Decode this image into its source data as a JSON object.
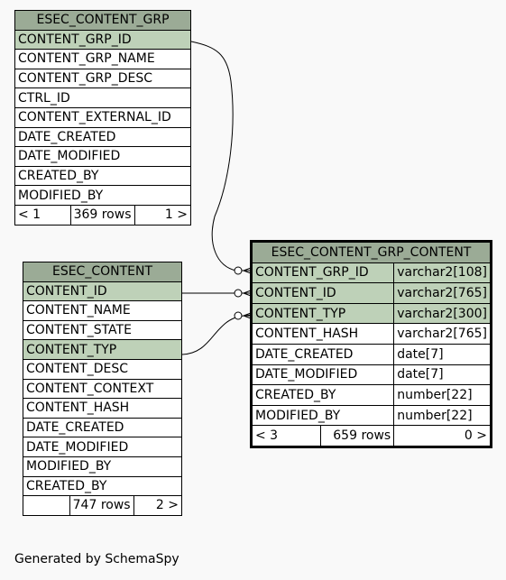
{
  "tables": {
    "esec_content_grp": {
      "name": "ESEC_CONTENT_GRP",
      "columns": [
        {
          "name": "CONTENT_GRP_ID",
          "key": true
        },
        {
          "name": "CONTENT_GRP_NAME",
          "key": false
        },
        {
          "name": "CONTENT_GRP_DESC",
          "key": false
        },
        {
          "name": "CTRL_ID",
          "key": false
        },
        {
          "name": "CONTENT_EXTERNAL_ID",
          "key": false
        },
        {
          "name": "DATE_CREATED",
          "key": false
        },
        {
          "name": "DATE_MODIFIED",
          "key": false
        },
        {
          "name": "CREATED_BY",
          "key": false
        },
        {
          "name": "MODIFIED_BY",
          "key": false
        }
      ],
      "footer": {
        "parents": "< 1",
        "rows": "369 rows",
        "children": "1 >"
      }
    },
    "esec_content": {
      "name": "ESEC_CONTENT",
      "columns": [
        {
          "name": "CONTENT_ID",
          "key": true
        },
        {
          "name": "CONTENT_NAME",
          "key": false
        },
        {
          "name": "CONTENT_STATE",
          "key": false
        },
        {
          "name": "CONTENT_TYP",
          "key": true
        },
        {
          "name": "CONTENT_DESC",
          "key": false
        },
        {
          "name": "CONTENT_CONTEXT",
          "key": false
        },
        {
          "name": "CONTENT_HASH",
          "key": false
        },
        {
          "name": "DATE_CREATED",
          "key": false
        },
        {
          "name": "DATE_MODIFIED",
          "key": false
        },
        {
          "name": "MODIFIED_BY",
          "key": false
        },
        {
          "name": "CREATED_BY",
          "key": false
        }
      ],
      "footer": {
        "parents": "",
        "rows": "747 rows",
        "children": "2 >"
      }
    },
    "esec_content_grp_content": {
      "name": "ESEC_CONTENT_GRP_CONTENT",
      "columns": [
        {
          "name": "CONTENT_GRP_ID",
          "type": "varchar2[108]",
          "key": true
        },
        {
          "name": "CONTENT_ID",
          "type": "varchar2[765]",
          "key": true
        },
        {
          "name": "CONTENT_TYP",
          "type": "varchar2[300]",
          "key": true
        },
        {
          "name": "CONTENT_HASH",
          "type": "varchar2[765]",
          "key": false
        },
        {
          "name": "DATE_CREATED",
          "type": "date[7]",
          "key": false
        },
        {
          "name": "DATE_MODIFIED",
          "type": "date[7]",
          "key": false
        },
        {
          "name": "CREATED_BY",
          "type": "number[22]",
          "key": false
        },
        {
          "name": "MODIFIED_BY",
          "type": "number[22]",
          "key": false
        }
      ],
      "footer": {
        "parents": "< 3",
        "rows": "659 rows",
        "children": "0 >"
      }
    }
  },
  "relationships": [
    {
      "from_table": "esec_content_grp",
      "from_column": "CONTENT_GRP_ID",
      "to_table": "esec_content_grp_content",
      "to_column": "CONTENT_GRP_ID"
    },
    {
      "from_table": "esec_content",
      "from_column": "CONTENT_ID",
      "to_table": "esec_content_grp_content",
      "to_column": "CONTENT_ID"
    },
    {
      "from_table": "esec_content",
      "from_column": "CONTENT_TYP",
      "to_table": "esec_content_grp_content",
      "to_column": "CONTENT_TYP"
    }
  ],
  "footer_note": "Generated by SchemaSpy",
  "colors": {
    "header": "#9bab96",
    "key_column": "#bed1b8",
    "background": "#f9f9f9"
  }
}
